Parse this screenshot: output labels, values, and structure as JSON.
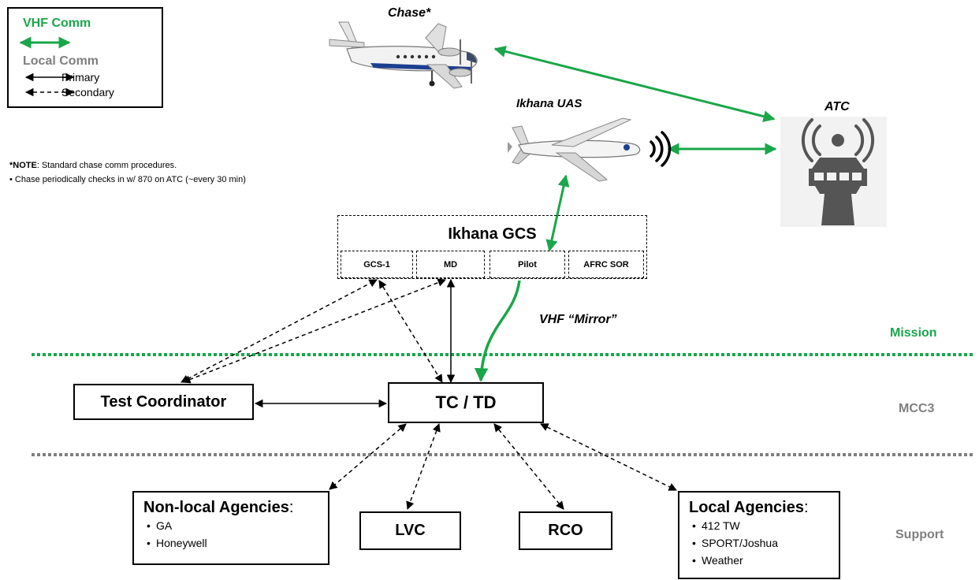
{
  "legend": {
    "vhf_title": "VHF Comm",
    "local_title": "Local Comm",
    "primary": "Primary",
    "secondary": "Secondary"
  },
  "note": {
    "prefix": "*NOTE",
    "text": ": Standard chase comm procedures.",
    "bullet": "Chase periodically checks in w/ 870 on ATC (~every 30 min)"
  },
  "aircraft": {
    "chase_label": "Chase*",
    "ikhana_label": "Ikhana UAS",
    "atc_label": "ATC",
    "chase_icon": "chase-aircraft-icon",
    "ikhana_icon": "uas-aircraft-icon",
    "atc_icon": "atc-tower-icon"
  },
  "gcs": {
    "title": "Ikhana GCS",
    "positions": [
      "GCS-1",
      "MD",
      "Pilot",
      "AFRC SOR"
    ]
  },
  "vhf_mirror_label": "VHF “Mirror”",
  "zones": {
    "mission": "Mission",
    "mcc3": "MCC3",
    "support": "Support"
  },
  "nodes": {
    "test_coordinator": "Test Coordinator",
    "tctd": "TC / TD",
    "lvc": "LVC",
    "rco": "RCO"
  },
  "non_local": {
    "title": "Non-local Agencies",
    "colon": ":",
    "items": [
      "GA",
      "Honeywell"
    ]
  },
  "local": {
    "title": "Local Agencies",
    "colon": ":",
    "items": [
      "412 TW",
      "SPORT/Joshua",
      "Weather"
    ]
  },
  "colors": {
    "vhf_green": "#1aa64a",
    "local_gray": "#7f7f7f",
    "tower_gray": "#555555"
  }
}
